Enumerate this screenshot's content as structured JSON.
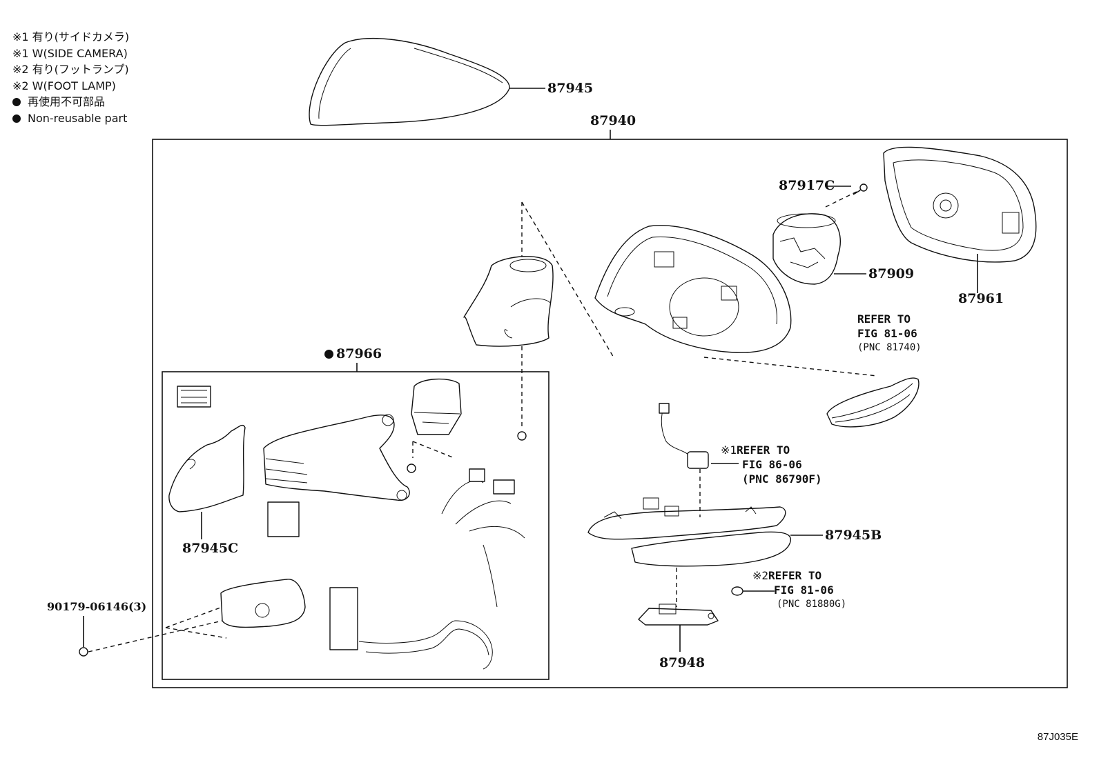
{
  "legend": {
    "note1_jp": "※1 有り(サイドカメラ)",
    "note1_en": "※1 W(SIDE CAMERA)",
    "note2_jp": "※2 有り(フットランプ)",
    "note2_en": "※2 W(FOOT LAMP)",
    "nonreusable_jp": "再使用不可部品",
    "nonreusable_en": "Non-reusable part"
  },
  "parts": {
    "p87945": "87945",
    "p87940": "87940",
    "p87917C": "87917C",
    "p87909": "87909",
    "p87961": "87961",
    "p87966": "87966",
    "p87945C": "87945C",
    "p87945B": "87945B",
    "p87948": "87948",
    "p90179": "90179-06146(3)"
  },
  "refs": {
    "turn": {
      "l1": "REFER TO",
      "l2": "FIG 81-06",
      "l3": "(PNC 81740)"
    },
    "camera": {
      "mark": "※1",
      "l1": "REFER TO",
      "l2": "FIG 86-06",
      "l3": "(PNC 86790F)"
    },
    "foot": {
      "mark": "※2",
      "l1": "REFER TO",
      "l2": "FIG 81-06",
      "l3": "(PNC 81880G)"
    }
  },
  "figure_id": "87J035E"
}
